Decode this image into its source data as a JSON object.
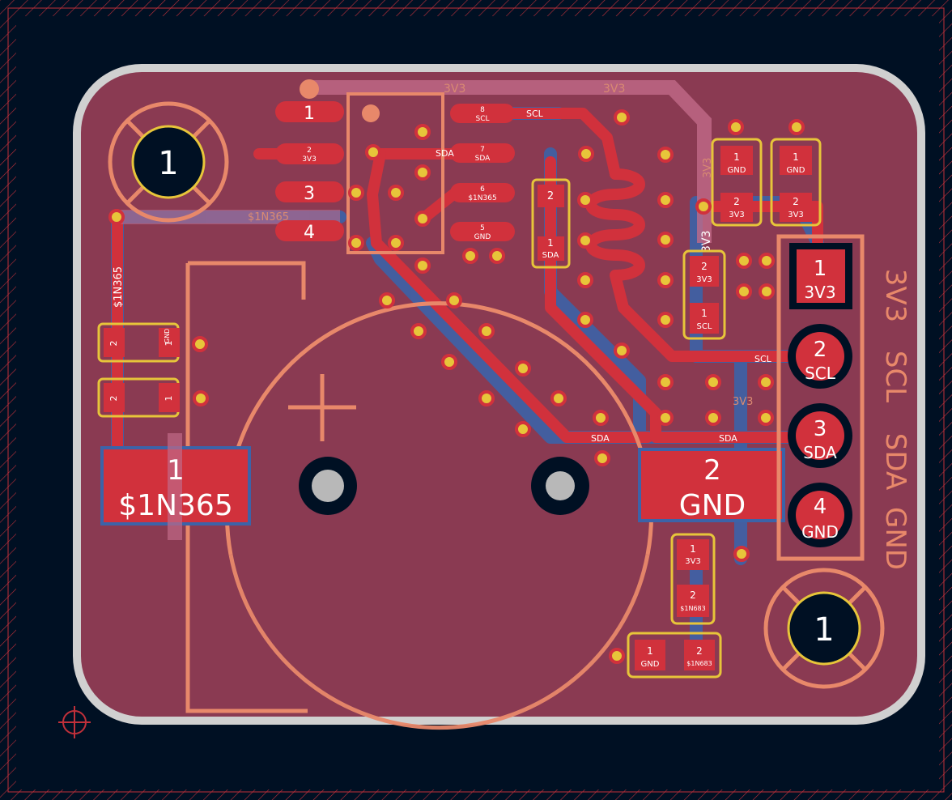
{
  "colors": {
    "background": "#001023",
    "board": "#8a3a52",
    "copper_top": "#d1313c",
    "copper_bottom": "#3c63a8",
    "silkscreen": "#e8886a",
    "silk_bottom": "#d98a72",
    "edge_cuts": "#d0d0d0",
    "via_ring": "#e7c53a",
    "pad_label": "#ffffff",
    "drill": "#b8b8b8",
    "keepout": "#c0303a"
  },
  "net_labels": {
    "n3v3": "3V3",
    "gnd": "GND",
    "scl": "SCL",
    "sda": "SDA",
    "n1n365": "$1N365",
    "n1n683": "$1N683"
  },
  "pin_numbers": {
    "p1": "1",
    "p2": "2",
    "p3": "3",
    "p4": "4",
    "p5": "5",
    "p6": "6",
    "p7": "7",
    "p8": "8"
  },
  "header_silk": {
    "n3v3": "3V3",
    "scl": "SCL",
    "sda": "SDA",
    "gnd": "GND"
  }
}
